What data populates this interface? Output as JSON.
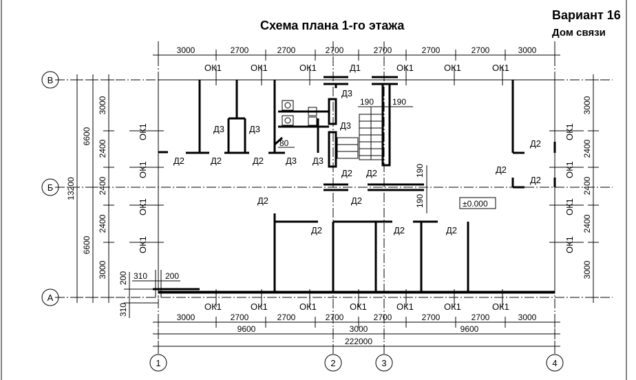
{
  "title": "Схема плана 1-го этажа",
  "variant": "Вариант 16",
  "building": "Дом связи",
  "level_mark": "±0.000",
  "axes": {
    "columns": [
      "1",
      "2",
      "3",
      "4"
    ],
    "rows": [
      "В",
      "Б",
      "А"
    ]
  },
  "dims": {
    "top": [
      "3000",
      "2700",
      "2700",
      "2700",
      "2700",
      "2700",
      "2700",
      "3000"
    ],
    "bottom_row1": [
      "3000",
      "2700",
      "2700",
      "2700",
      "2700",
      "2700",
      "2700",
      "3000"
    ],
    "bottom_row2": [
      "9600",
      "3000",
      "9600"
    ],
    "bottom_total": "222000",
    "left_outer": [
      "13200"
    ],
    "left_mid": [
      "6600",
      "6600"
    ],
    "left_inner": [
      "3000",
      "2400",
      "2400",
      "2400",
      "3000"
    ],
    "right": [
      "3000",
      "2400",
      "2400",
      "2400",
      "3000"
    ],
    "detail": [
      "310",
      "200",
      "200",
      "310",
      "80",
      "190",
      "190",
      "190",
      "190"
    ]
  },
  "labels": {
    "window": "ОК1",
    "door_d1": "Д1",
    "door_d2": "Д2",
    "door_d3": "Д3"
  }
}
